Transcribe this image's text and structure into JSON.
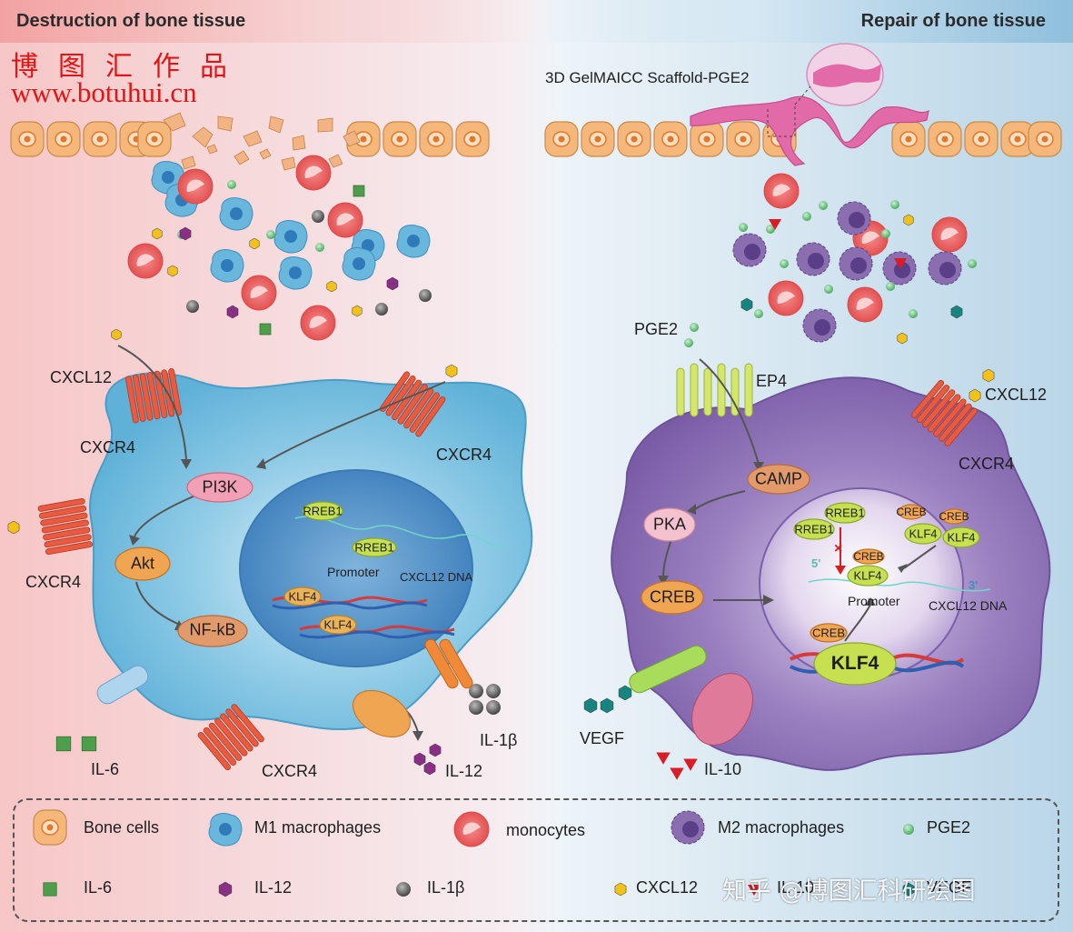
{
  "header": {
    "left_title": "Destruction of bone tissue",
    "right_title": "Repair of bone tissue"
  },
  "watermark": {
    "cn_line": "博图汇作品",
    "url_line": "www.botuhui.cn",
    "bottom": "知乎 @博图汇科研绘图"
  },
  "left_panel": {
    "cxcl12_label": "CXCL12",
    "cxcr4_labels": [
      "CXCR4",
      "CXCR4",
      "CXCR4",
      "CXCR4"
    ],
    "pi3k": "PI3K",
    "akt": "Akt",
    "nfkb": "NF-kB",
    "rreb1_a": "RREB1",
    "rreb1_b": "RREB1",
    "promoter": "Promoter",
    "cxcl12_dna": "CXCL12 DNA",
    "klf4_a": "KLF4",
    "klf4_b": "KLF4",
    "il6": "IL-6",
    "il12": "IL-12",
    "il1b": "IL-1β"
  },
  "right_panel": {
    "scaffold_label": "3D GelMAICC Scaffold-PGE2",
    "pge2_label": "PGE2",
    "ep4_label": "EP4",
    "cxcl12_label": "CXCL12",
    "cxcr4_label": "CXCR4",
    "camp": "CAMP",
    "pka": "PKA",
    "creb": "CREB",
    "rreb1_a": "RREB1",
    "rreb1_b": "RREB1",
    "creb_small_a": "CREB",
    "creb_small_b": "CREB",
    "creb_small_c": "CREB",
    "klf4_a": "KLF4",
    "klf4_b": "KLF4",
    "klf4_c": "KLF4",
    "five_prime": "5'",
    "three_prime": "3'",
    "promoter": "Promoter",
    "cxcl12_dna": "CXCL12 DNA",
    "creb_dna": "CREB",
    "klf4_big": "KLF4",
    "vegf": "VEGF",
    "il10": "IL-10"
  },
  "legend": {
    "items": [
      {
        "label": "Bone cells"
      },
      {
        "label": "M1 macrophages"
      },
      {
        "label": "monocytes"
      },
      {
        "label": "M2 macrophages"
      },
      {
        "label": "PGE2"
      },
      {
        "label": "IL-6"
      },
      {
        "label": "IL-12"
      },
      {
        "label": "IL-1β"
      },
      {
        "label": "CXCL12"
      },
      {
        "label": "IL-10"
      },
      {
        "label": "VEGF"
      }
    ]
  },
  "colors": {
    "bone_cell": "#f5b77a",
    "bone_nucleus": "#e2782e",
    "m1": "#69b7dc",
    "monocyte": "#ee6a6a",
    "m2": "#8b6eb0",
    "pge2": "#5fbe73",
    "il6": "#4e9e4c",
    "il12": "#8a2f86",
    "il1b": "#555555",
    "cxcl12": "#f3c21a",
    "il10": "#d91c25",
    "vegf": "#17857f",
    "receptor": "#e85b40",
    "ep4": "#c7e05a",
    "cell_m1": "#7fc3e0",
    "cell_m2": "#8f72b5"
  }
}
